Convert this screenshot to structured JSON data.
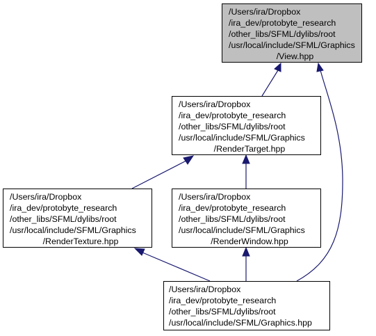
{
  "diagram": {
    "nodes": [
      {
        "id": "view",
        "lines": [
          "/Users/ira/Dropbox",
          "/ira_dev/protobyte_research",
          "/other_libs/SFML/dylibs/root",
          "/usr/local/include/SFML/Graphics",
          "/View.hpp"
        ],
        "highlighted": true
      },
      {
        "id": "render_target",
        "lines": [
          "/Users/ira/Dropbox",
          "/ira_dev/protobyte_research",
          "/other_libs/SFML/dylibs/root",
          "/usr/local/include/SFML/Graphics",
          "/RenderTarget.hpp"
        ],
        "highlighted": false
      },
      {
        "id": "render_texture",
        "lines": [
          "/Users/ira/Dropbox",
          "/ira_dev/protobyte_research",
          "/other_libs/SFML/dylibs/root",
          "/usr/local/include/SFML/Graphics",
          "/RenderTexture.hpp"
        ],
        "highlighted": false
      },
      {
        "id": "render_window",
        "lines": [
          "/Users/ira/Dropbox",
          "/ira_dev/protobyte_research",
          "/other_libs/SFML/dylibs/root",
          "/usr/local/include/SFML/Graphics",
          "/RenderWindow.hpp"
        ],
        "highlighted": false
      },
      {
        "id": "graphics",
        "lines": [
          "/Users/ira/Dropbox",
          "/ira_dev/protobyte_research",
          "/other_libs/SFML/dylibs/root",
          "/usr/local/include/SFML/Graphics.hpp"
        ],
        "highlighted": false
      }
    ],
    "edges": [
      {
        "from": "render_target",
        "to": "view"
      },
      {
        "from": "graphics",
        "to": "view"
      },
      {
        "from": "render_texture",
        "to": "render_target"
      },
      {
        "from": "render_window",
        "to": "render_target"
      },
      {
        "from": "graphics",
        "to": "render_texture"
      },
      {
        "from": "graphics",
        "to": "render_window"
      }
    ],
    "colors": {
      "edge": "#191970",
      "focus_fill": "#bfbfbf",
      "node_fill": "#ffffff",
      "node_border": "#000000"
    }
  }
}
